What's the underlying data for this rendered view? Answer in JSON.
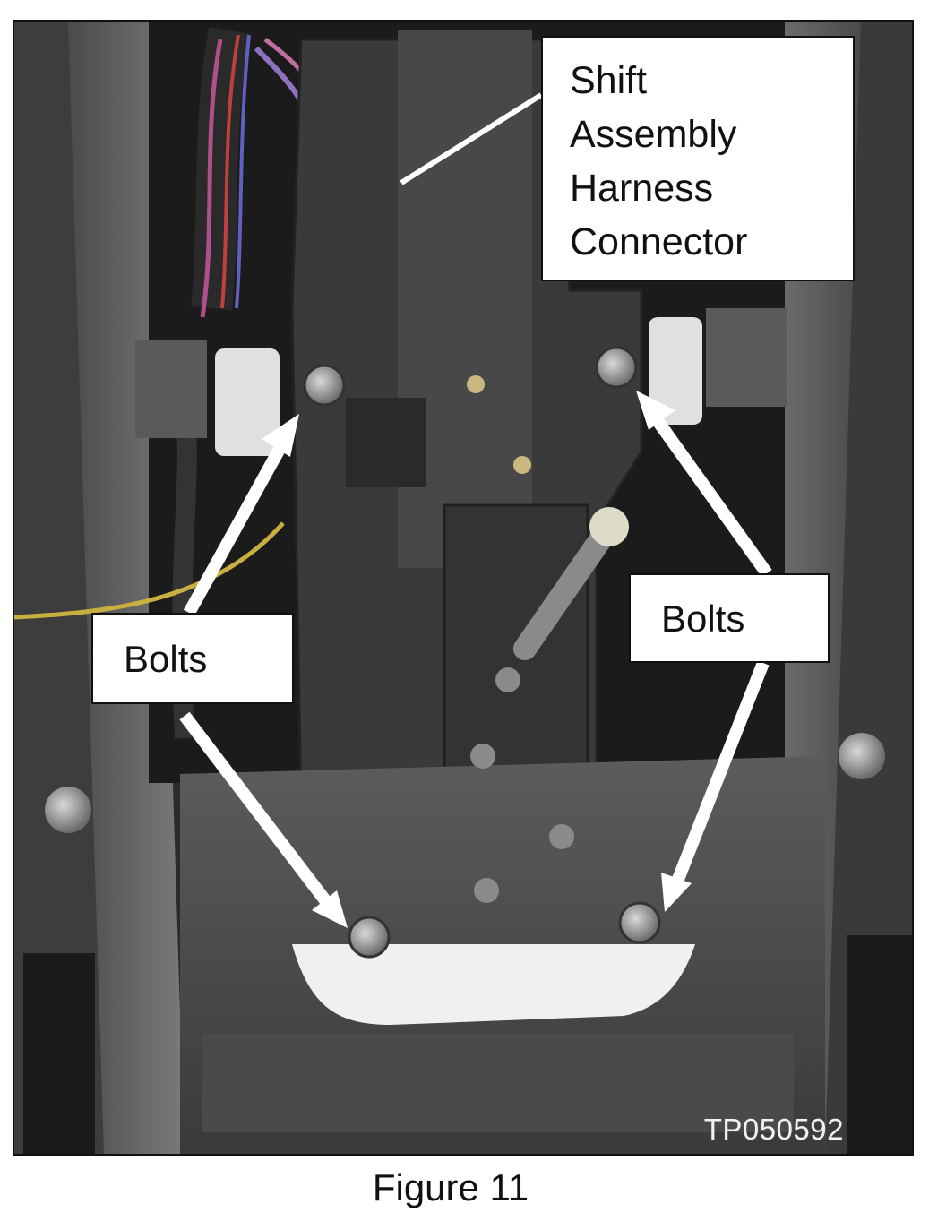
{
  "figure": {
    "caption": "Figure 11",
    "photo_id": "TP050592",
    "callouts": {
      "harness_connector": [
        "Shift",
        "Assembly",
        "Harness",
        "Connector"
      ],
      "bolts_left": "Bolts",
      "bolts_right": "Bolts"
    }
  },
  "colors": {
    "console_trim": "#6e6e6e",
    "carpet": "#1c1c1c",
    "mechanism": "#3a3a3a",
    "connector": "#e6e6e6",
    "arrow": "#ffffff"
  }
}
